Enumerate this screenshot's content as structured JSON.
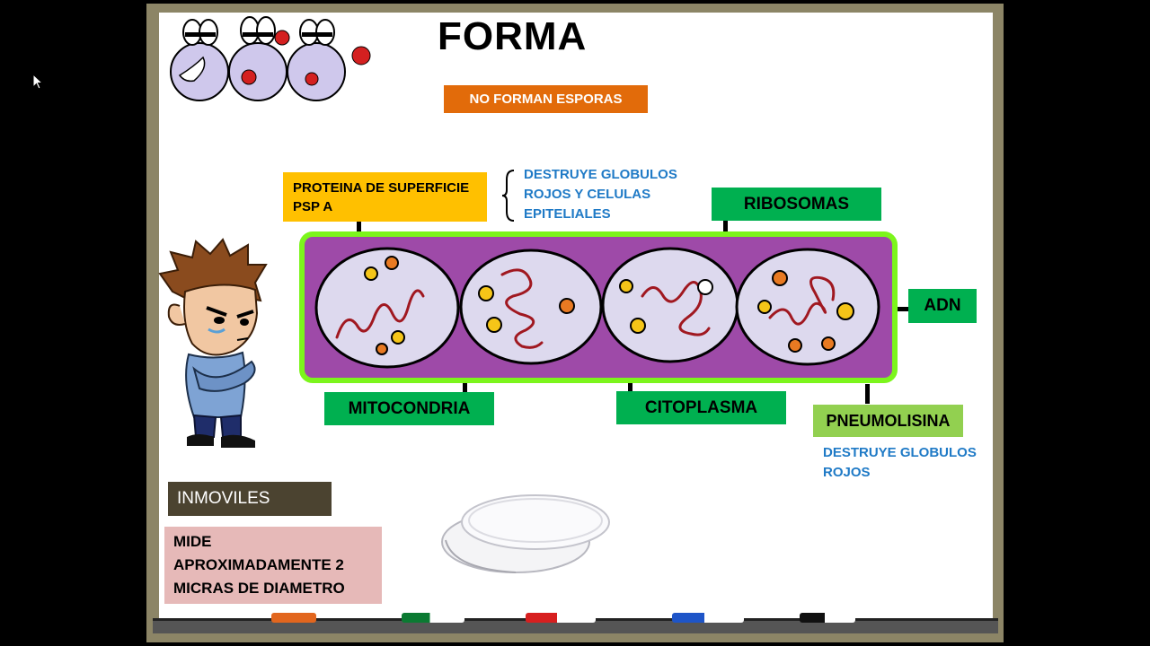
{
  "title": "FORMA",
  "labels": {
    "no_esporas": "NO FORMAN ESPORAS",
    "proteina": "PROTEINA DE SUPERFICIE\nPSP A",
    "proteina_note": "DESTRUYE GLOBULOS\nROJOS  Y CELULAS\nEPITELIALES",
    "ribosomas": "RIBOSOMAS",
    "adn": "ADN",
    "mitocondria": "MITOCONDRIA",
    "citoplasma": "CITOPLASMA",
    "pneumolisina": "PNEUMOLISINA",
    "pneumolisina_note": "DESTRUYE GLOBULOS\nROJOS",
    "inmoviles": "INMOVILES",
    "mide": "MIDE\nAPROXIMADAMENTE 2\nMICRAS DE DIAMETRO"
  },
  "colors": {
    "capsule": "#9e4aa8",
    "capsule_border": "#7cf51c",
    "cell": "#ddd9ee",
    "dna": "#a01820",
    "box_green": "#00b050",
    "box_lightgreen": "#92d050",
    "box_orange": "#e26b0a",
    "box_yellow": "#ffc000",
    "note_blue": "#1f7ac6"
  },
  "icons": [
    "cartoon-cocci-icon",
    "thinking-man-icon",
    "petri-dish-icon",
    "marker-icon",
    "cursor-icon"
  ]
}
